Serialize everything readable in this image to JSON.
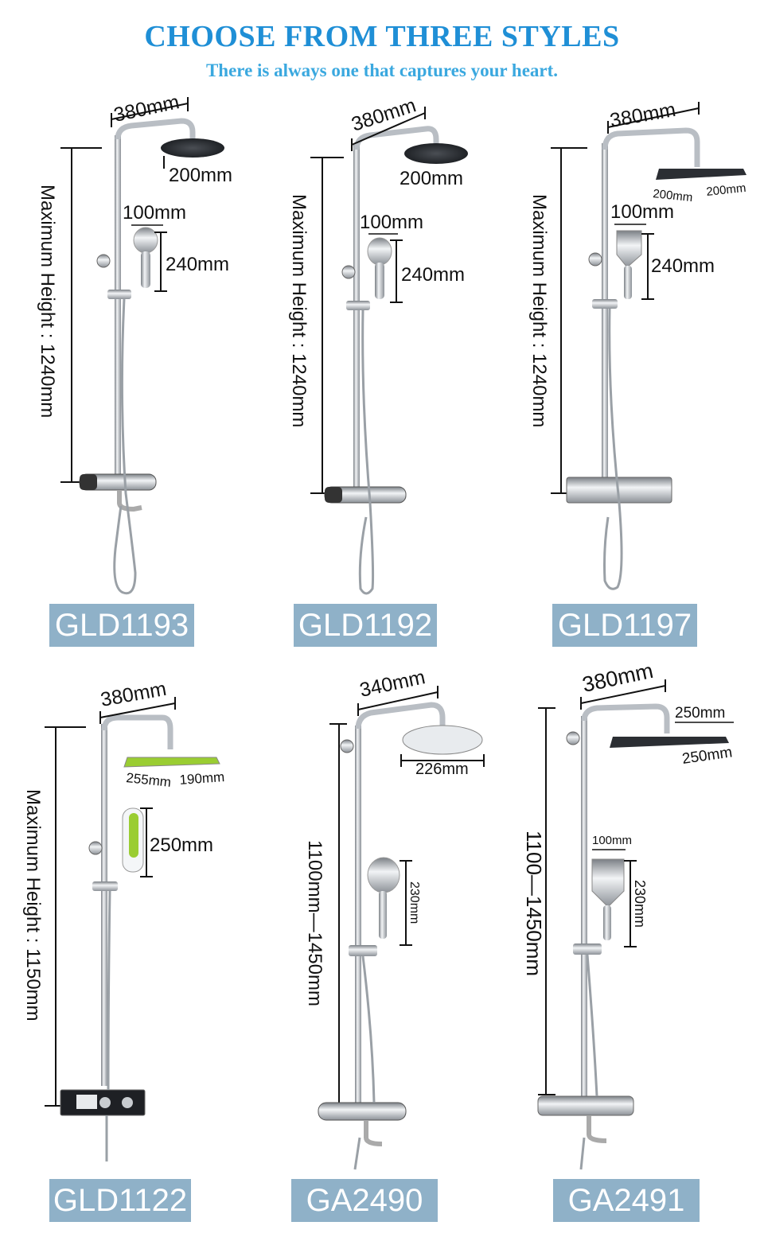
{
  "header": {
    "title": "CHOOSE FROM THREE STYLES",
    "subtitle": "There is always one that captures your heart."
  },
  "products": [
    {
      "model": "GLD1193",
      "labels": {
        "arm_width": "380mm",
        "head_diameter": "200mm",
        "hand_width": "100mm",
        "hand_height": "240mm",
        "max_height": "Maximum Height : 1240mm"
      }
    },
    {
      "model": "GLD1192",
      "labels": {
        "arm_width": "380mm",
        "head_diameter": "200mm",
        "hand_width": "100mm",
        "hand_height": "240mm",
        "max_height": "Maximum Height : 1240mm"
      }
    },
    {
      "model": "GLD1197",
      "labels": {
        "arm_width": "380mm",
        "head_depth": "200mm",
        "head_width": "200mm",
        "hand_width": "100mm",
        "hand_height": "240mm",
        "max_height": "Maximum Height : 1240mm"
      }
    },
    {
      "model": "GLD1122",
      "labels": {
        "arm_width": "380mm",
        "head_depth": "255mm",
        "head_width": "190mm",
        "hand_height": "250mm",
        "max_height": "Maximum Height : 1150mm"
      }
    },
    {
      "model": "GA2490",
      "labels": {
        "arm_width": "340mm",
        "head_diameter": "226mm",
        "hand_height": "230mm",
        "max_height": "1100mm—1450mm"
      }
    },
    {
      "model": "GA2491",
      "labels": {
        "arm_width": "380mm",
        "head_depth": "250mm",
        "head_width": "250mm",
        "hand_width": "100mm",
        "hand_height": "230mm",
        "max_height": "1100—1450mm"
      }
    }
  ],
  "colors": {
    "title": "#1f8fd6",
    "subtitle": "#3aa8df",
    "badge": "#8fb1c8",
    "accent_green": "#9acd32"
  }
}
